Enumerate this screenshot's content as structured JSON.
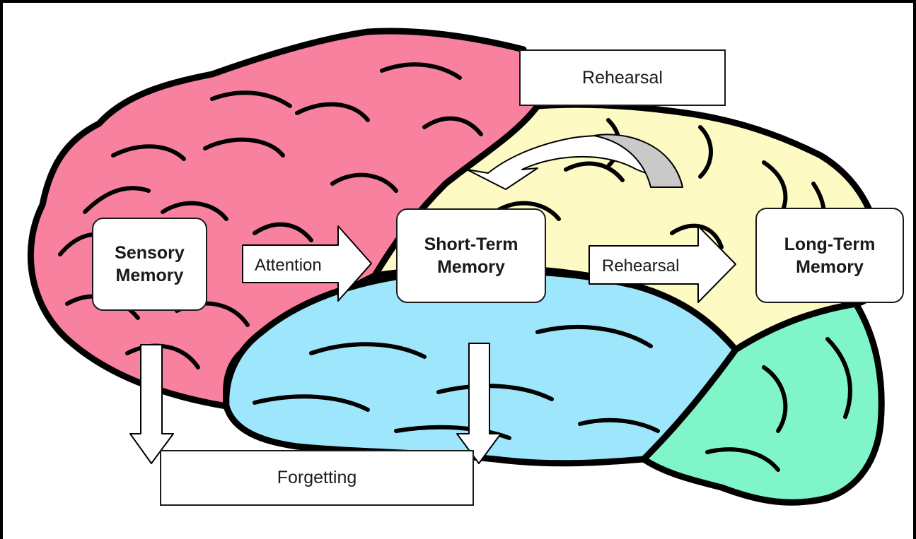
{
  "colors": {
    "frontal_lobe": "#F7819F",
    "parietal_lobe": "#FDFAC3",
    "temporal_lobe": "#9DE6FB",
    "occipital_lobe": "#7FF5C9",
    "outline": "#000000",
    "box_fill": "#FFFFFF",
    "text": "#1A1A1A",
    "curved_arrow_shade": "#C9C9C9"
  },
  "nodes": {
    "sensory": "Sensory\nMemory",
    "short_term": "Short-Term\nMemory",
    "long_term": "Long-Term\nMemory",
    "rehearsal_top": "Rehearsal",
    "forgetting": "Forgetting"
  },
  "edges": {
    "attention": "Attention",
    "rehearsal": "Rehearsal"
  }
}
